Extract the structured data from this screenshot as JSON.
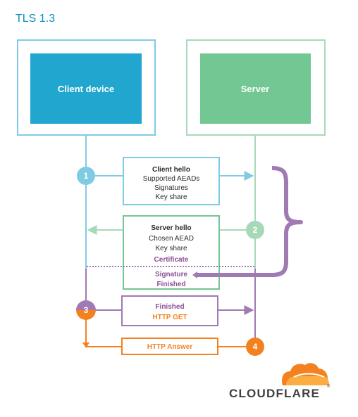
{
  "title": "TLS 1.3",
  "nodes": {
    "client": "Client device",
    "server": "Server"
  },
  "messages": {
    "client_hello": {
      "title": "Client hello",
      "lines": [
        "Supported AEADs",
        "Signatures",
        "Key share"
      ]
    },
    "server_hello": {
      "title": "Server hello",
      "lines": [
        "Chosen AEAD",
        "Key share"
      ],
      "certificate": "Certificate",
      "signature": "Signature",
      "finished": "Finished"
    },
    "client_finished": {
      "finished": "Finished",
      "http_get": "HTTP GET"
    },
    "http_answer": "HTTP Answer"
  },
  "steps": [
    "1",
    "2",
    "3",
    "4"
  ],
  "brand": {
    "name": "CLOUDFLARE",
    "trademark": "®"
  },
  "colors": {
    "client": "#21a6cf",
    "client_light": "#7fcbe3",
    "server": "#72c792",
    "server_light": "#a7d9b8",
    "purple": "#a07ab3",
    "purple_text": "#8a4f96",
    "orange": "#f48120",
    "text": "#2b2b2b",
    "title": "#0b8fbe"
  },
  "icons": [
    "cloudflare-cloud-icon"
  ]
}
